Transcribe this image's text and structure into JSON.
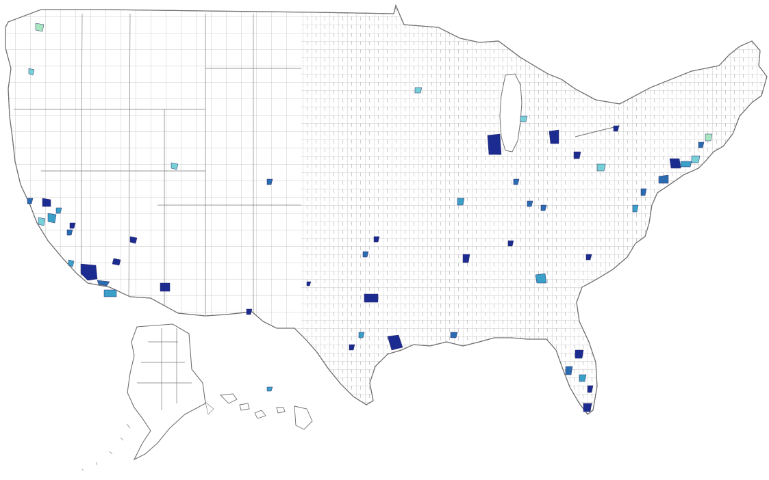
{
  "map": {
    "projection": "albers-usa",
    "regions_shown": [
      "contiguous-us",
      "alaska",
      "hawaii"
    ],
    "boundary_level": "county",
    "background": "#ffffff",
    "boundary_color": "#8c8c8c",
    "classes": [
      {
        "name": "darkest",
        "color": "#1c2b8f"
      },
      {
        "name": "dark",
        "color": "#2b6cb0"
      },
      {
        "name": "medium",
        "color": "#3aa0c8"
      },
      {
        "name": "light",
        "color": "#76d0d6"
      },
      {
        "name": "lightest",
        "color": "#a8e6c0"
      },
      {
        "name": "none",
        "color": "#ffffff"
      }
    ]
  }
}
